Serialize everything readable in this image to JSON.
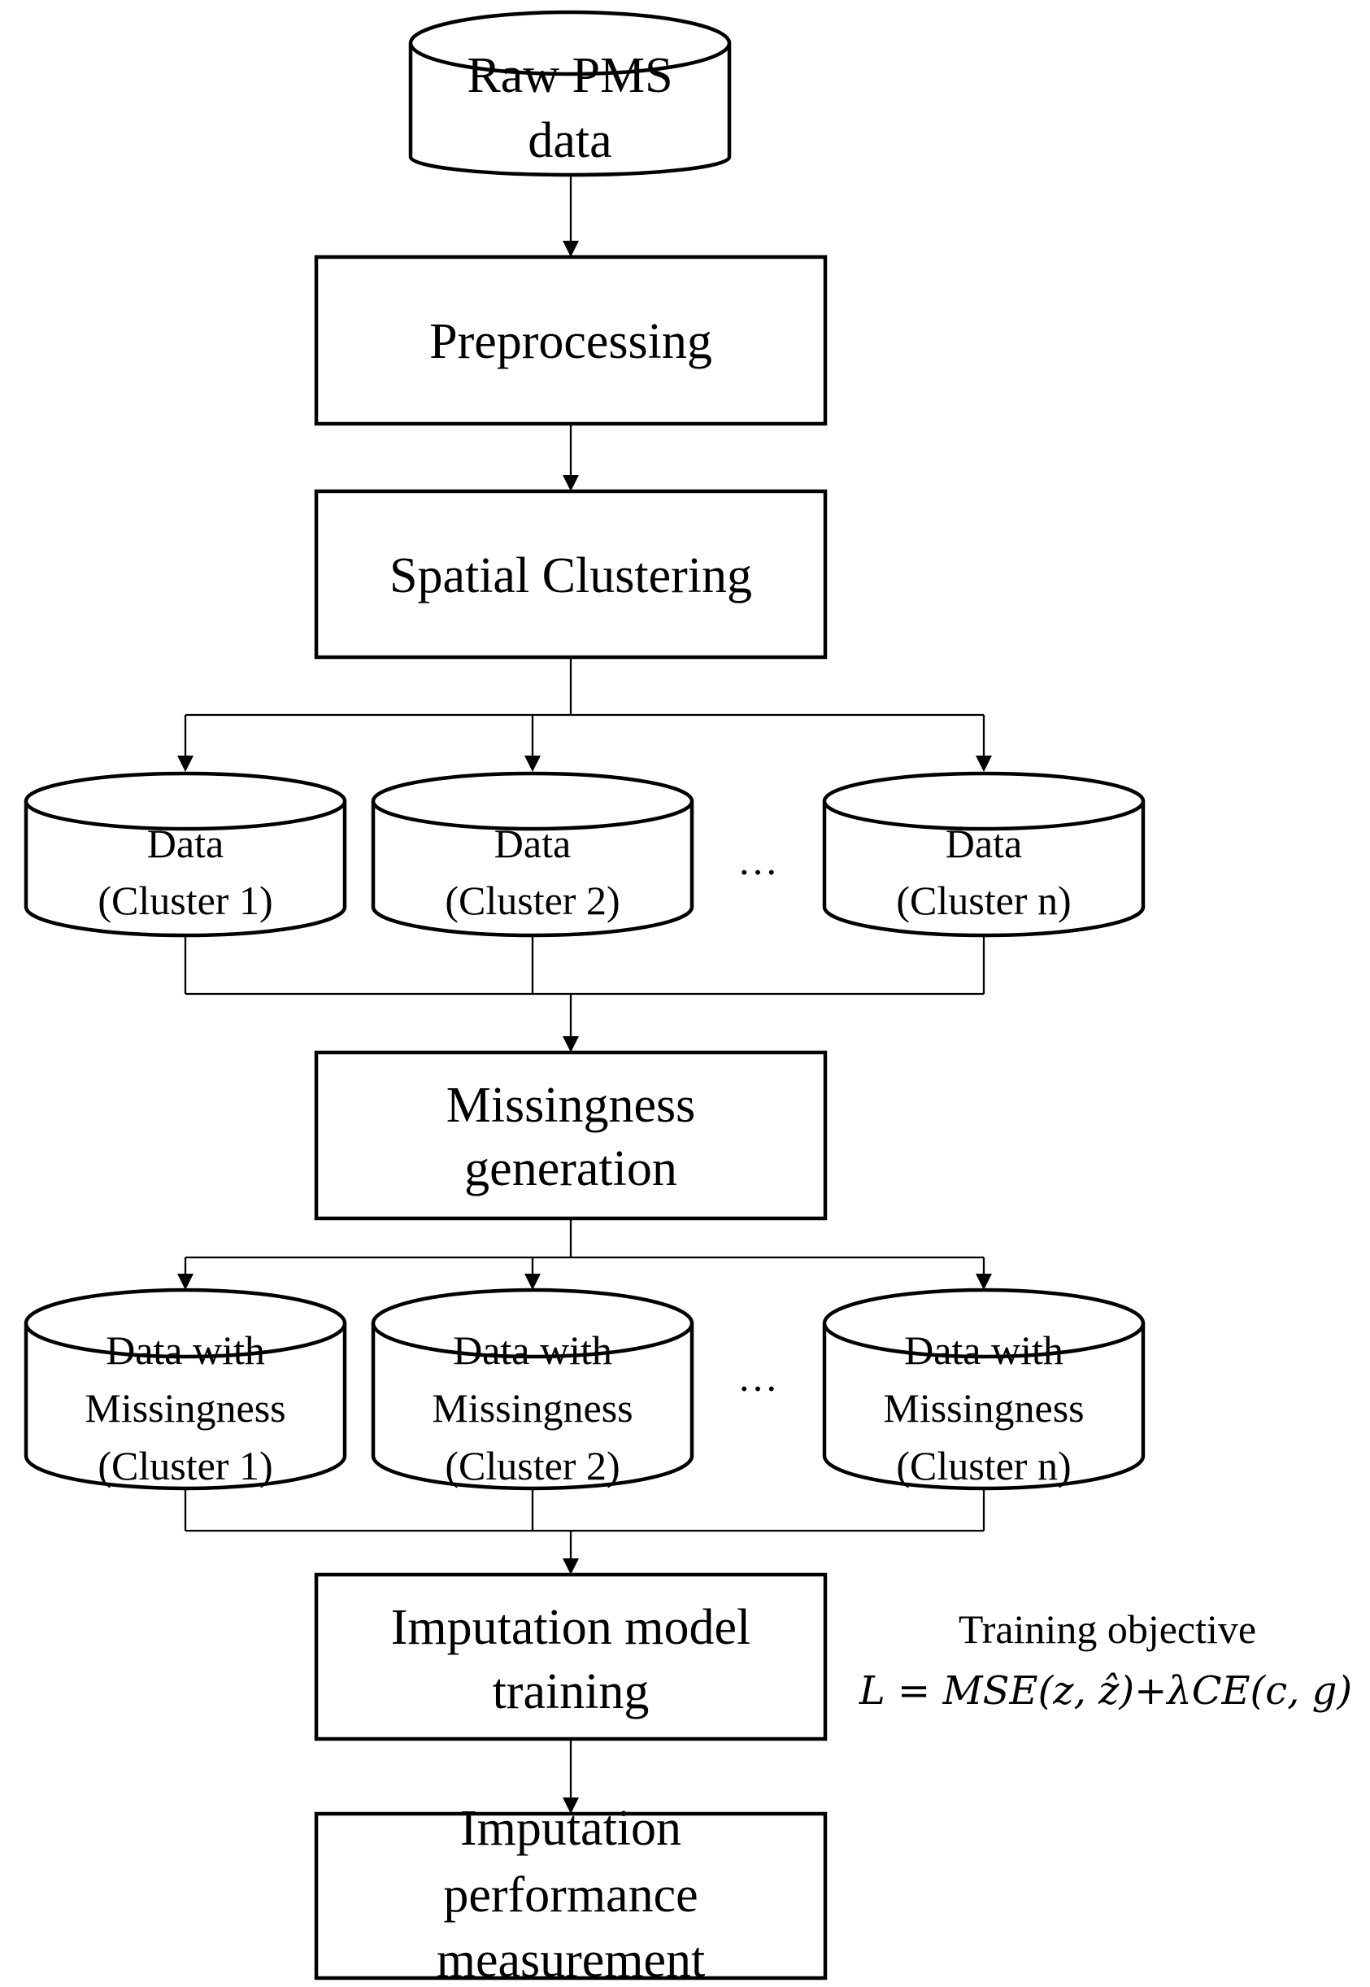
{
  "diagram": {
    "source": {
      "lines": [
        "Raw PMS",
        "data"
      ]
    },
    "steps": {
      "preprocessing": {
        "lines": [
          "Preprocessing"
        ]
      },
      "clustering": {
        "lines": [
          "Spatial Clustering"
        ]
      },
      "missingness": {
        "lines": [
          "Missingness",
          "generation"
        ]
      },
      "training": {
        "lines": [
          "Imputation model",
          "training"
        ]
      },
      "measurement": {
        "lines": [
          "Imputation",
          "performance",
          "measurement"
        ]
      }
    },
    "cluster_data": [
      {
        "lines": [
          "Data",
          "(Cluster 1)"
        ]
      },
      {
        "lines": [
          "Data",
          "(Cluster 2)"
        ]
      },
      {
        "lines": [
          "Data",
          "(Cluster n)"
        ]
      }
    ],
    "missing_data": [
      {
        "lines": [
          "Data with",
          "Missingness",
          "(Cluster 1)"
        ]
      },
      {
        "lines": [
          "Data with",
          "Missingness",
          "(Cluster 2)"
        ]
      },
      {
        "lines": [
          "Data with",
          "Missingness",
          "(Cluster n)"
        ]
      }
    ],
    "ellipsis": "…",
    "objective": {
      "title": "Training  objective",
      "formula": "L = MSE(z, ẑ)+λCE(c, g)"
    }
  }
}
